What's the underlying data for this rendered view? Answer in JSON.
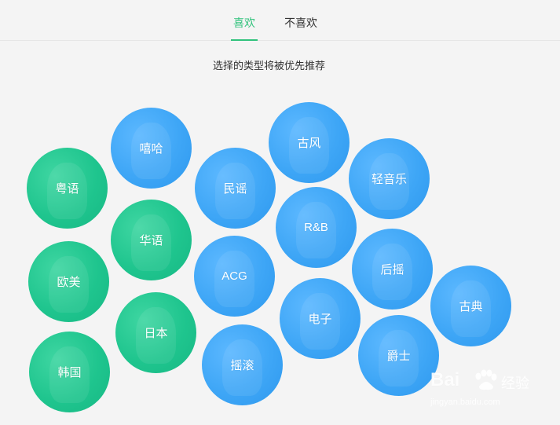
{
  "tabs": {
    "like": "喜欢",
    "dislike": "不喜欢"
  },
  "subtitle": "选择的类型将被优先推荐",
  "colors": {
    "accent": "#31c27c",
    "green_bubble": "#1fc58e",
    "blue_bubble": "#3ea6f6"
  },
  "genres": [
    {
      "label": "粤语",
      "color": "green"
    },
    {
      "label": "欧美",
      "color": "green"
    },
    {
      "label": "韩国",
      "color": "green"
    },
    {
      "label": "嘻哈",
      "color": "blue"
    },
    {
      "label": "华语",
      "color": "green"
    },
    {
      "label": "日本",
      "color": "green"
    },
    {
      "label": "民谣",
      "color": "blue"
    },
    {
      "label": "ACG",
      "color": "blue"
    },
    {
      "label": "摇滚",
      "color": "blue"
    },
    {
      "label": "古风",
      "color": "blue"
    },
    {
      "label": "R&B",
      "color": "blue"
    },
    {
      "label": "电子",
      "color": "blue"
    },
    {
      "label": "轻音乐",
      "color": "blue"
    },
    {
      "label": "后摇",
      "color": "blue"
    },
    {
      "label": "爵士",
      "color": "blue"
    },
    {
      "label": "古典",
      "color": "blue"
    }
  ],
  "watermark": {
    "brand": "Bai",
    "brand_suffix": "经验",
    "url": "jingyan.baidu.com"
  }
}
